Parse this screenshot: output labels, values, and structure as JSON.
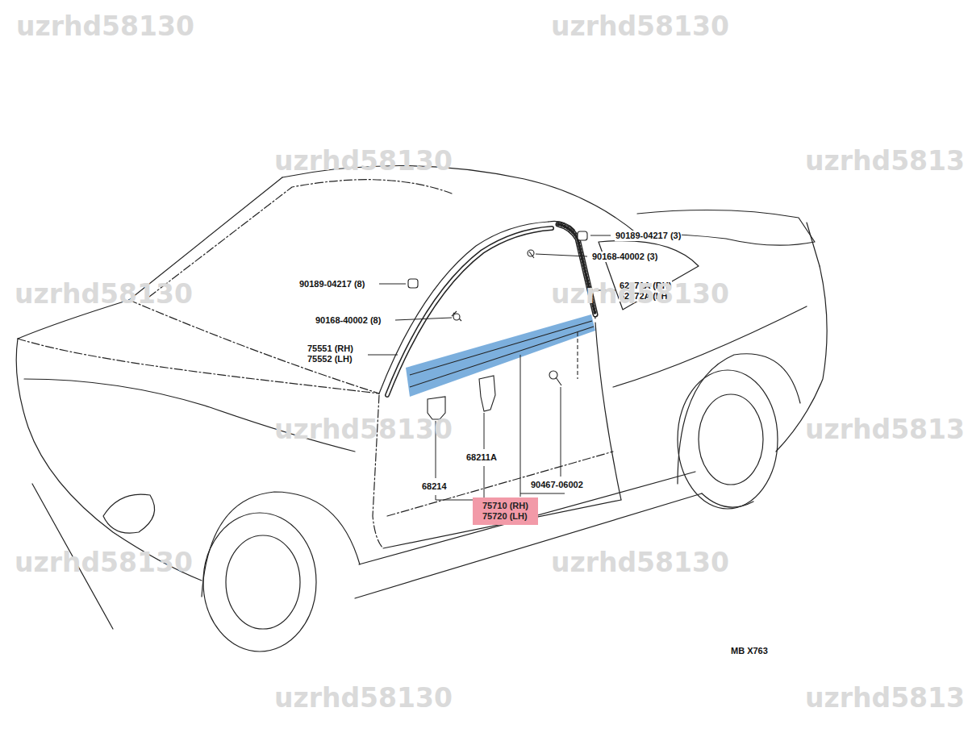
{
  "diagram": {
    "nodes": [
      {
        "text": [
          "75710 (RH)",
          "75720 (LH)"
        ]
      }
    ],
    "labels": [
      "uzrhd58130",
      "uzrhd58130",
      "uzrhd58130",
      "uzrhd5813",
      "90189-04217 (3)",
      "90168-40002 (3)",
      "90189-04217 (8)",
      "62371A (RH)",
      "62372A (LH)",
      "uzrhd58130",
      "uzrhd58130",
      "90168-40002 (8)",
      "75551 (RH)",
      "75552 (LH)",
      "uzrhd58130",
      "uzrhd5813",
      "68211A",
      "68214",
      "90467-06002",
      "uzrhd58130",
      "uzrhd58130",
      "MB X763",
      "uzrhd58130",
      "uzrhd5813"
    ]
  }
}
